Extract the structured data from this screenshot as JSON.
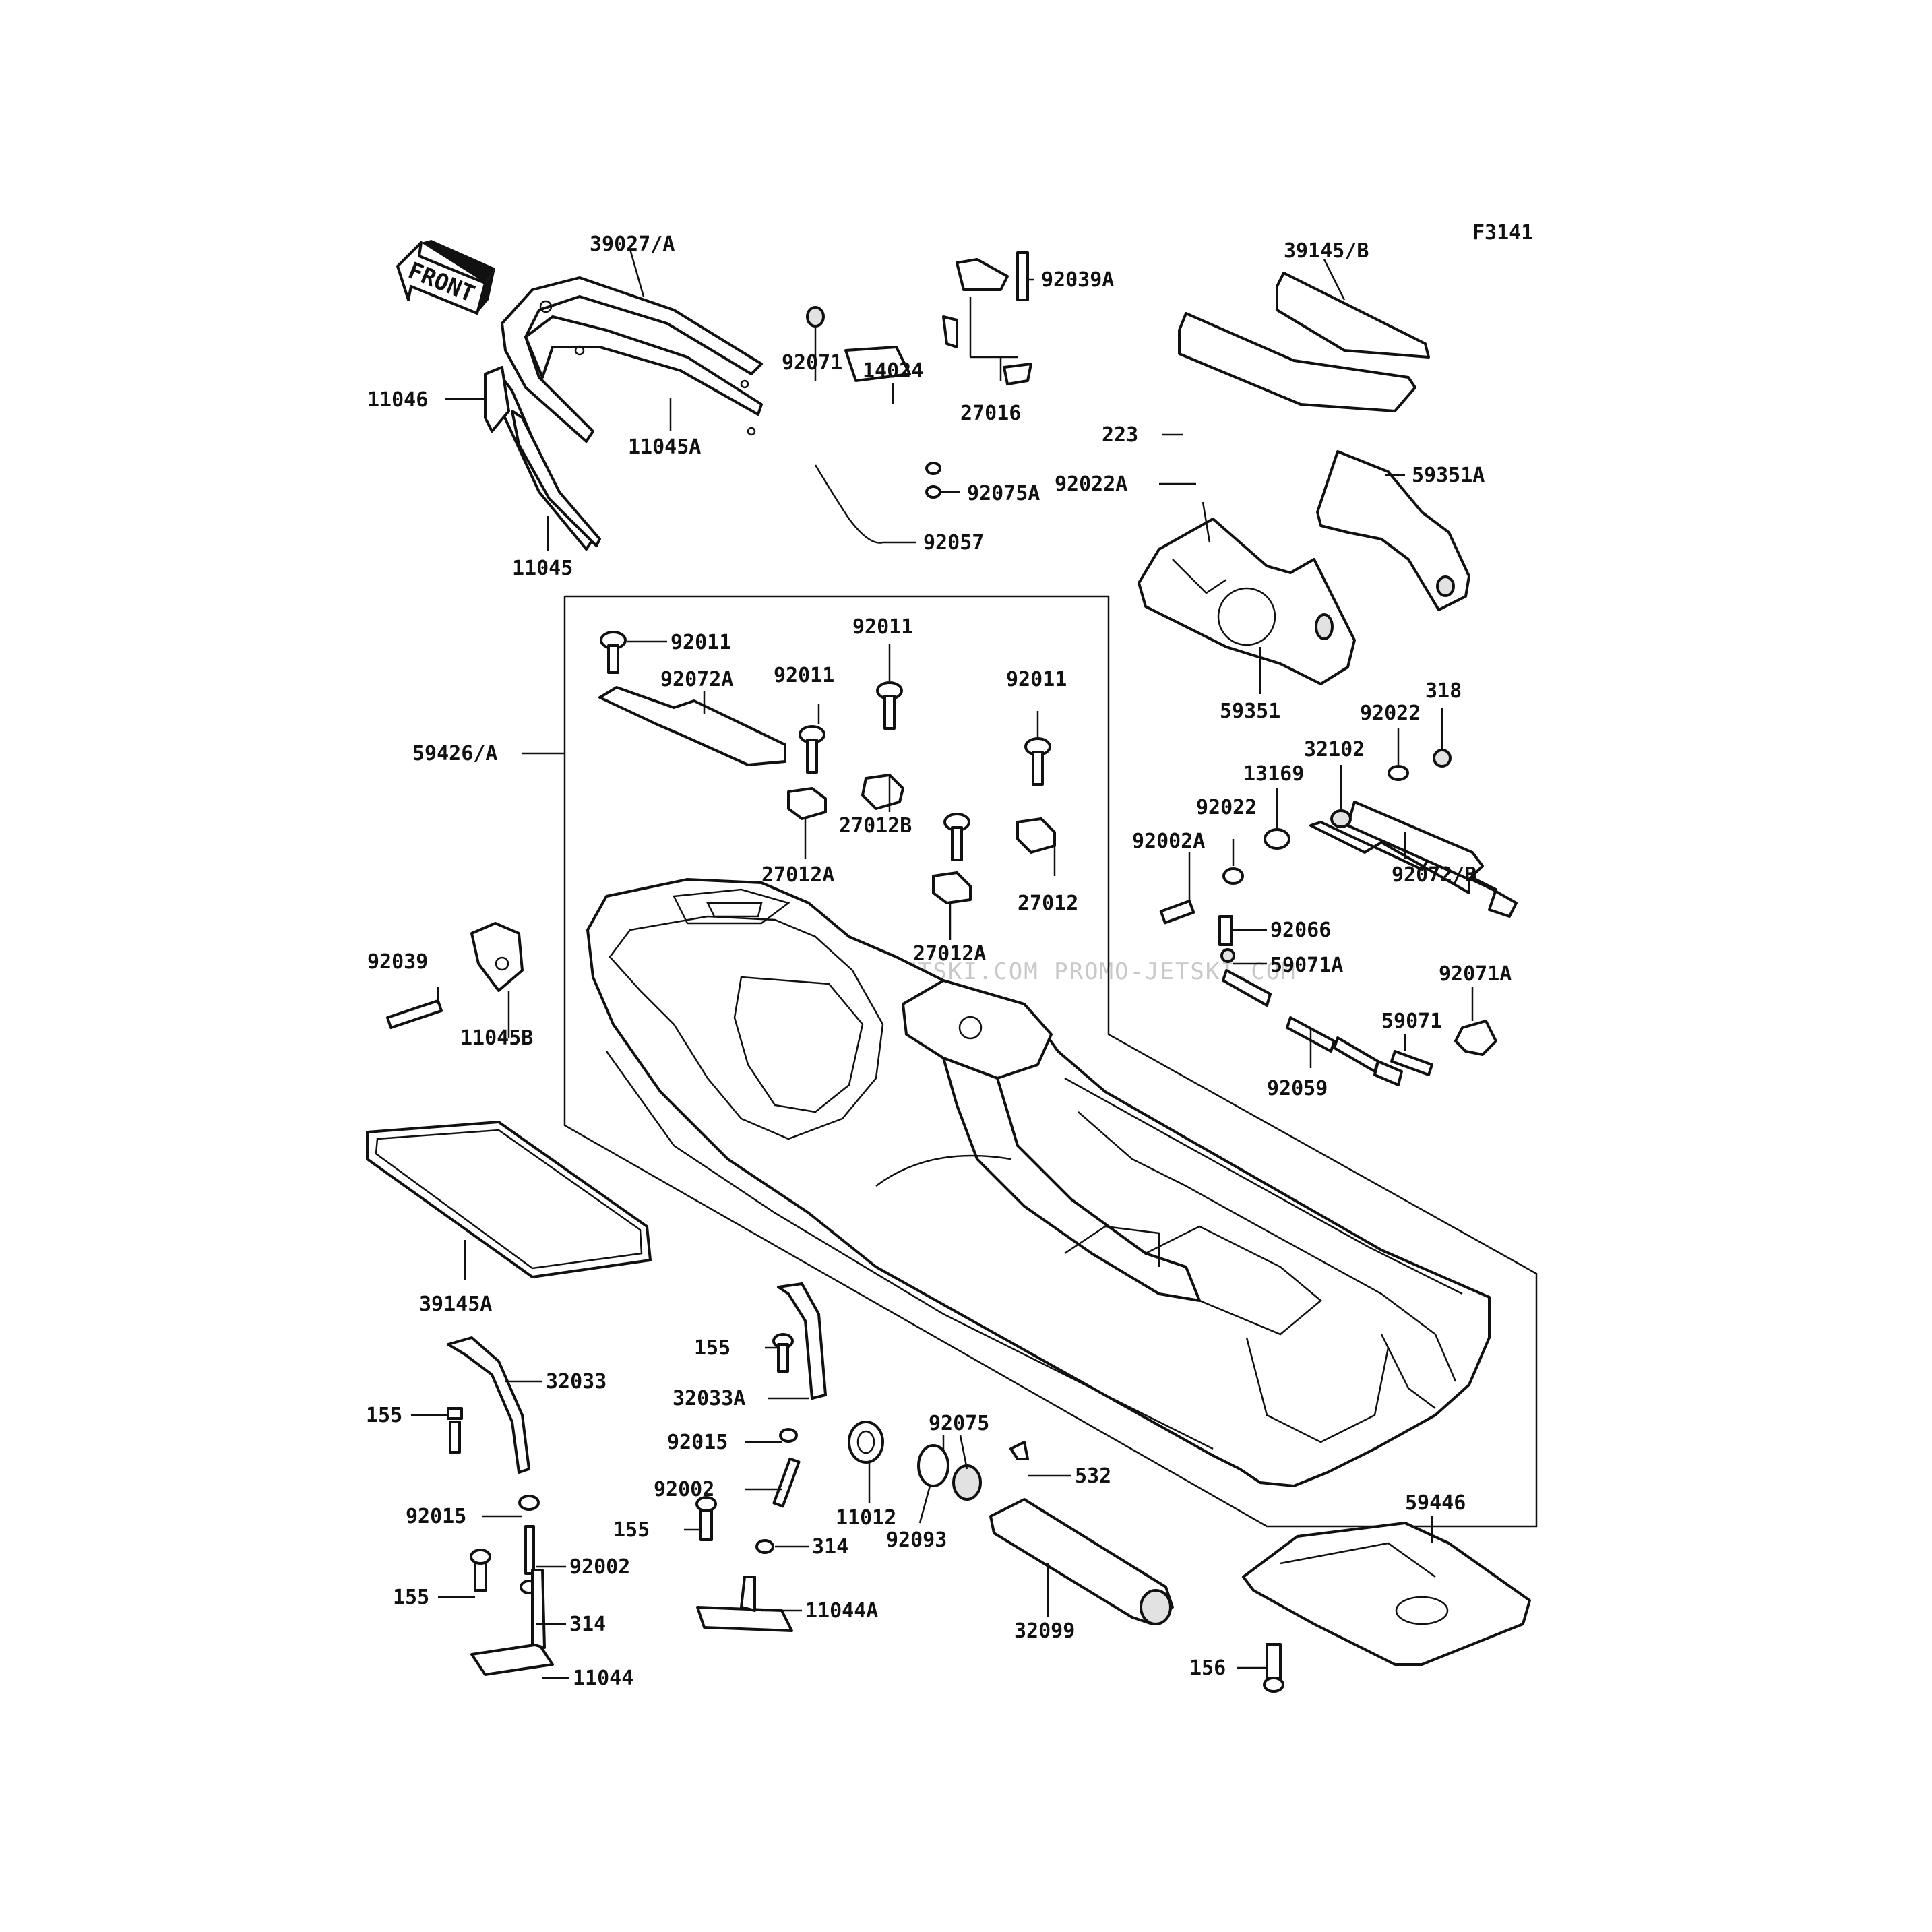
{
  "figure_code": "F3141",
  "front_arrow_label": "FRONT",
  "watermark": "JETSKI.COM PROMO-JETSKI.COM  PROMO-JETSKI.COM",
  "parts": {
    "p39027A": "39027/A",
    "p11046": "11046",
    "p11045A": "11045A",
    "p11045": "11045",
    "p92071": "92071",
    "p14024": "14024",
    "p92039A": "92039A",
    "p27016": "27016",
    "p92075A": "92075A",
    "p92057": "92057",
    "p39145B": "39145/B",
    "p223": "223",
    "p92022A": "92022A",
    "p59351A": "59351A",
    "p59351": "59351",
    "p92011_a": "92011",
    "p92011_b": "92011",
    "p92011_c": "92011",
    "p92011_d": "92011",
    "p92072A": "92072A",
    "p59426A": "59426/A",
    "p27012B": "27012B",
    "p27012A_a": "27012A",
    "p27012": "27012",
    "p27012A_b": "27012A",
    "p318": "318",
    "p92022_a": "92022",
    "p32102": "32102",
    "p13169": "13169",
    "p92022_b": "92022",
    "p92002A": "92002A",
    "p92072B": "92072/B",
    "p92066": "92066",
    "p59071A": "59071A",
    "p92071A": "92071A",
    "p59071": "59071",
    "p92059": "92059",
    "p92039": "92039",
    "p11045B": "11045B",
    "p39145A": "39145A",
    "p155_a": "155",
    "p32033": "32033",
    "p155_b": "155",
    "p32033A": "32033A",
    "p92015_a": "92015",
    "p92002_a": "92002",
    "p155_c": "155",
    "p11012": "11012",
    "p92075": "92075",
    "p92093": "92093",
    "p532": "532",
    "p314_a": "314",
    "p11044A": "11044A",
    "p32099": "32099",
    "p59446": "59446",
    "p156": "156",
    "p92015_b": "92015",
    "p92002_b": "92002",
    "p155_d": "155",
    "p314_b": "314",
    "p11044": "11044"
  }
}
